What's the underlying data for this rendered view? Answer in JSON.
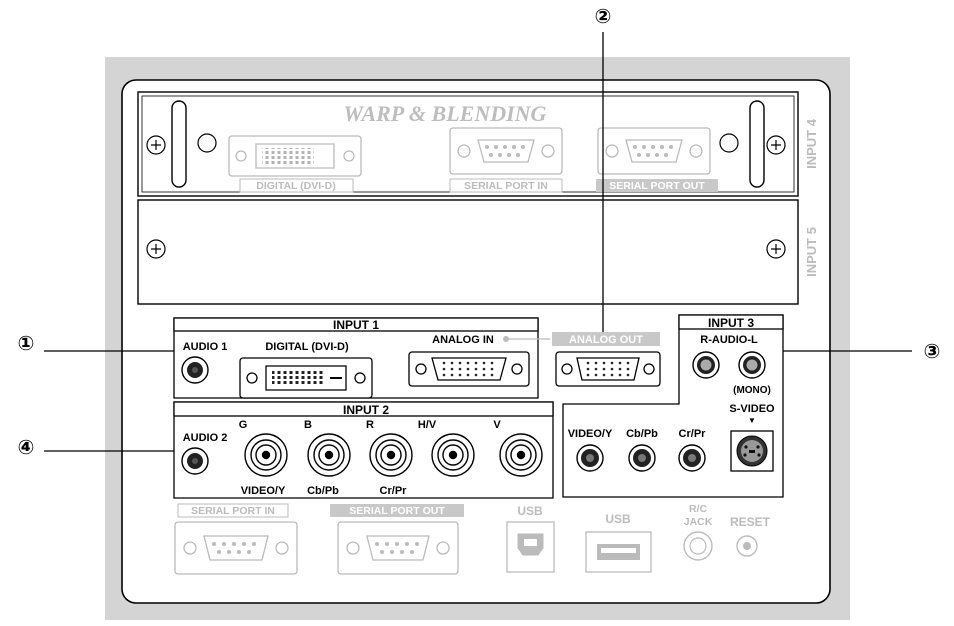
{
  "callouts": [
    "①",
    "②",
    "③",
    "④"
  ],
  "warp_title": "WARP & BLENDING",
  "input4_label": "INPUT 4",
  "input5_label": "INPUT 5",
  "warp_ports": {
    "dvi": "DIGITAL (DVI-D)",
    "serial_in": "SERIAL PORT IN",
    "serial_out": "SERIAL PORT OUT"
  },
  "input1": {
    "title": "INPUT 1",
    "audio": "AUDIO 1",
    "dvi": "DIGITAL (DVI-D)",
    "analog_in": "ANALOG IN"
  },
  "analog_out": "ANALOG OUT",
  "input3": {
    "title": "INPUT 3",
    "audio": "R-AUDIO-L",
    "mono": "(MONO)",
    "svideo": "S-VIDEO",
    "arrow": "▼",
    "video_y": "VIDEO/Y",
    "cb_pb": "Cb/Pb",
    "cr_pr": "Cr/Pr"
  },
  "input2": {
    "title": "INPUT 2",
    "audio": "AUDIO 2",
    "g": "G",
    "b": "B",
    "r": "R",
    "hv": "H/V",
    "v": "V",
    "video_y": "VIDEO/Y",
    "cb_pb": "Cb/Pb",
    "cr_pr": "Cr/Pr"
  },
  "bottom": {
    "serial_in": "SERIAL PORT IN",
    "serial_out": "SERIAL PORT OUT",
    "usb_b": "USB",
    "usb_a": "USB",
    "rc_1": "R/C",
    "rc_2": "JACK",
    "reset": "RESET"
  },
  "colors": {
    "bezel": "#d4d4d4",
    "panel": "#ffffff",
    "line": "#000000",
    "muted": "#bbbbbb",
    "badge": "#c8c8c8"
  }
}
